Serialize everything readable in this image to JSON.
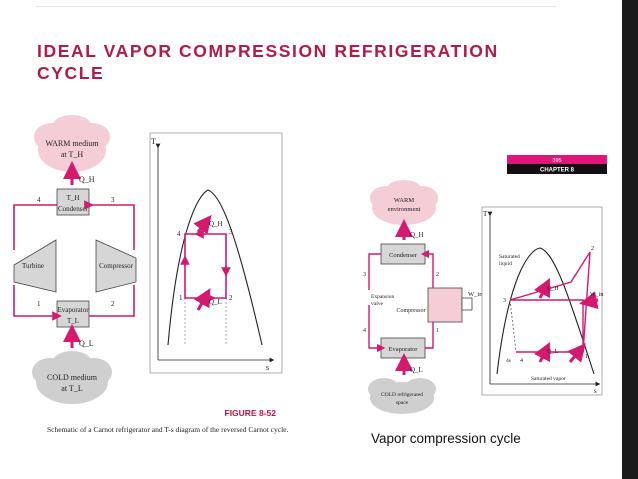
{
  "slide": {
    "title": "IDEAL VAPOR COMPRESSION REFRIGERATION CYCLE",
    "caption": "Vapor compression cycle"
  },
  "colors": {
    "title": "#b01b47",
    "refrigerant_line": "#d4196f",
    "magenta_banner": "#e0167a",
    "warm_cloud": "#f4cdd6",
    "cold_cloud": "#cfcfcf",
    "component_fill": "#d6d6d6",
    "right_bar": "#1b1b1b"
  },
  "figure_left": {
    "warm_medium": "WARM medium",
    "warm_temp": "at T_H",
    "q_h": "Q_H",
    "condenser_temp": "T_H",
    "condenser": "Condenser",
    "turbine": "Turbine",
    "compressor": "Compressor",
    "evaporator": "Evaporator",
    "evaporator_temp": "T_L",
    "q_l": "Q_L",
    "cold_medium": "COLD medium",
    "cold_temp": "at T_L",
    "state_1": "1",
    "state_2": "2",
    "state_3": "3",
    "state_4": "4",
    "axis_t": "T",
    "axis_s": "s",
    "figure_number": "FIGURE 8-52",
    "figure_caption": "Schematic of a Carnot refrigerator and T-s diagram of the reversed Carnot cycle."
  },
  "figure_right": {
    "page_number": "395",
    "chapter": "CHAPTER 8",
    "warm_environment_line1": "WARM",
    "warm_environment_line2": "environment",
    "q_h": "Q_H",
    "condenser": "Condenser",
    "expansion_valve_line1": "Expansion",
    "expansion_valve_line2": "valve",
    "compressor": "Compressor",
    "w_in": "W_in",
    "evaporator": "Evaporator",
    "q_l": "Q_L",
    "cold_space_line1": "COLD refrigerated",
    "cold_space_line2": "space",
    "state_1": "1",
    "state_2": "2",
    "state_3": "3",
    "state_4": "4",
    "state_4s": "4s",
    "axis_t": "T",
    "axis_s": "s",
    "saturated_liquid_line1": "Saturated",
    "saturated_liquid_line2": "liquid",
    "saturated_vapor": "Saturated vapor"
  }
}
